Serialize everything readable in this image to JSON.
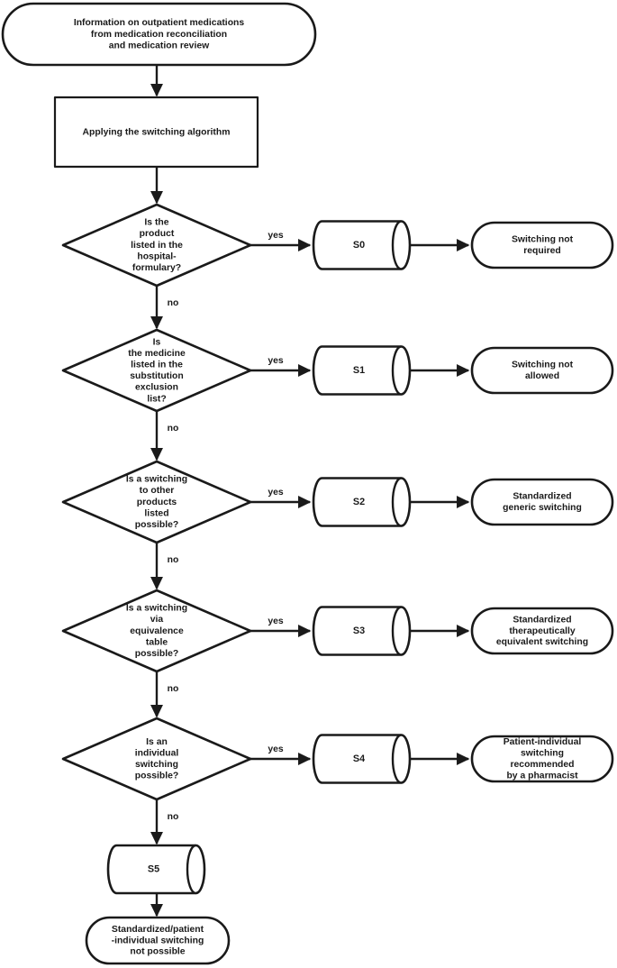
{
  "diagram": {
    "title": "Medication switching algorithm flowchart",
    "colors": {
      "stroke": "#1a1a1a",
      "fill": "#ffffff",
      "background": "#ffffff"
    },
    "start": {
      "id": "start",
      "shape": "stadium",
      "lines": [
        "Information on outpatient medications",
        "from medication reconciliation",
        "and medication review"
      ]
    },
    "process": {
      "id": "apply-algorithm",
      "shape": "rectangle",
      "lines": [
        "Applying the switching algorithm"
      ]
    },
    "decisions": [
      {
        "id": "decision-formulary",
        "shape": "diamond",
        "lines": [
          "Is the",
          "product",
          "listed in the",
          "hospital-",
          "formulary?"
        ],
        "yes_label": "yes",
        "no_label": "no",
        "state": {
          "id": "S0",
          "shape": "cylinder",
          "label": "S0"
        },
        "outcome": {
          "id": "outcome-s0",
          "shape": "stadium",
          "lines": [
            "Switching not",
            "required"
          ]
        }
      },
      {
        "id": "decision-exclusion-list",
        "shape": "diamond",
        "lines": [
          "Is",
          "the medicine",
          "listed in the",
          "substitution",
          "exclusion",
          "list?"
        ],
        "yes_label": "yes",
        "no_label": "no",
        "state": {
          "id": "S1",
          "shape": "cylinder",
          "label": "S1"
        },
        "outcome": {
          "id": "outcome-s1",
          "shape": "stadium",
          "lines": [
            "Switching not",
            "allowed"
          ]
        }
      },
      {
        "id": "decision-other-products",
        "shape": "diamond",
        "lines": [
          "Is a switching",
          "to other",
          "products",
          "listed",
          "possible?"
        ],
        "yes_label": "yes",
        "no_label": "no",
        "state": {
          "id": "S2",
          "shape": "cylinder",
          "label": "S2"
        },
        "outcome": {
          "id": "outcome-s2",
          "shape": "stadium",
          "lines": [
            "Standardized",
            "generic switching"
          ]
        }
      },
      {
        "id": "decision-equivalence-table",
        "shape": "diamond",
        "lines": [
          "Is a switching",
          "via",
          "equivalence",
          "table",
          "possible?"
        ],
        "yes_label": "yes",
        "no_label": "no",
        "state": {
          "id": "S3",
          "shape": "cylinder",
          "label": "S3"
        },
        "outcome": {
          "id": "outcome-s3",
          "shape": "stadium",
          "lines": [
            "Standardized",
            "therapeutically",
            "equivalent switching"
          ]
        }
      },
      {
        "id": "decision-individual-switching",
        "shape": "diamond",
        "lines": [
          "Is an",
          "individual",
          "switching",
          "possible?"
        ],
        "yes_label": "yes",
        "no_label": "no",
        "state": {
          "id": "S4",
          "shape": "cylinder",
          "label": "S4"
        },
        "outcome": {
          "id": "outcome-s4",
          "shape": "stadium",
          "lines": [
            "Patient-individual",
            "switching",
            "recommended",
            "by a pharmacist"
          ]
        }
      }
    ],
    "terminal_state": {
      "id": "S5",
      "shape": "cylinder",
      "label": "S5"
    },
    "terminal_outcome": {
      "id": "outcome-s5",
      "shape": "stadium",
      "lines": [
        "Standardized/patient",
        "-individual switching",
        "not possible"
      ]
    }
  }
}
